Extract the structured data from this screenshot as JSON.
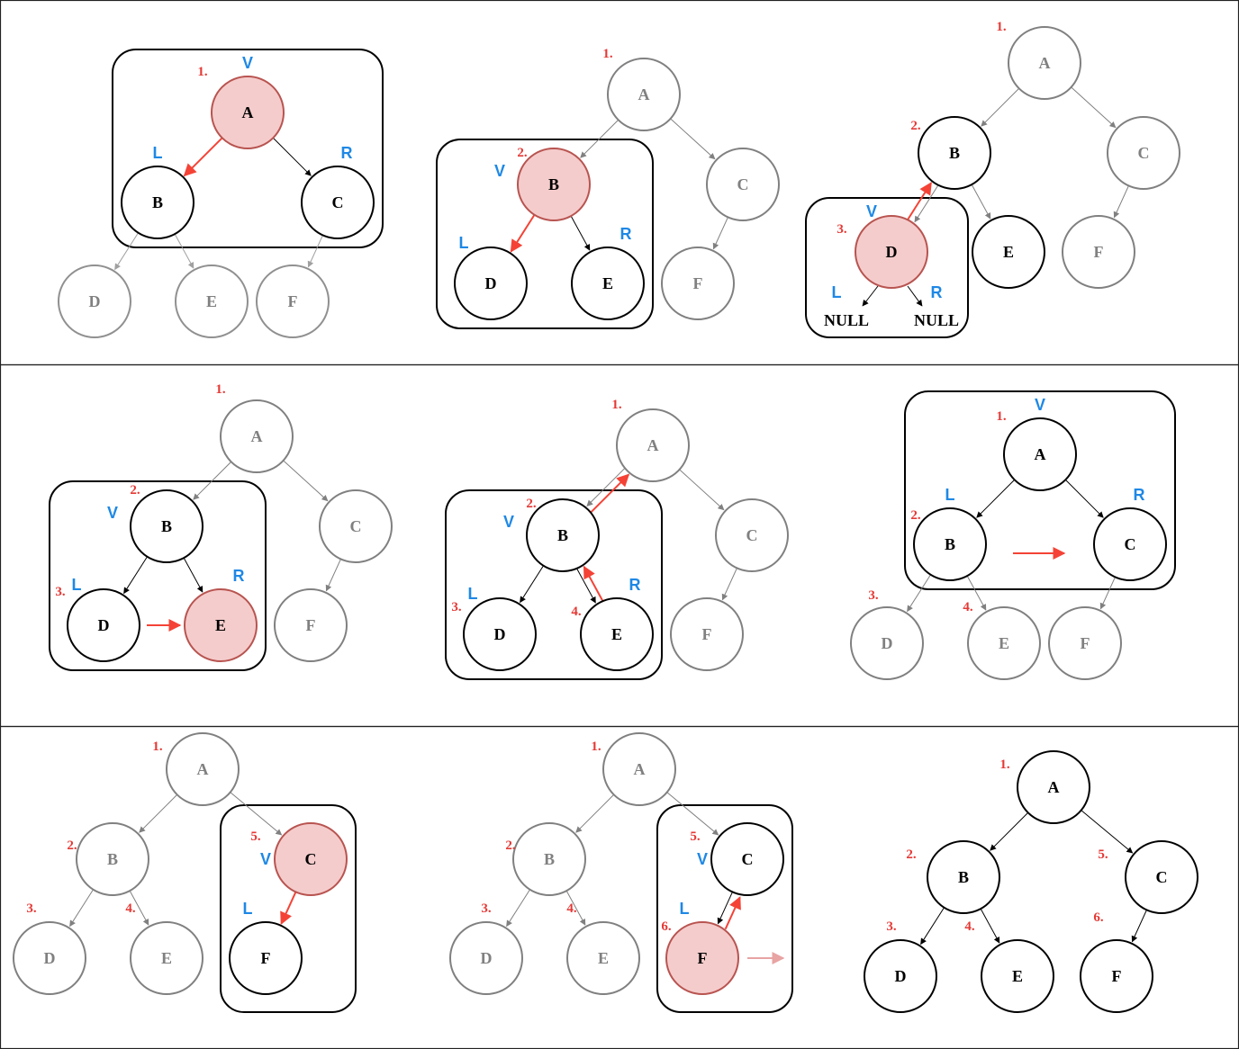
{
  "colors": {
    "visit_fill": "#f5cccc",
    "visit_stroke": "#b85450",
    "active_stroke": "#000000",
    "dim_stroke": "#808080",
    "step_red": "#e53935",
    "role_blue": "#1e88e5",
    "move_red": "#f44336",
    "faded_red": "#e8a3a3"
  },
  "panels": [
    {
      "name": "panel-1-visit-A",
      "nodes": [
        {
          "id": "A",
          "label": "A",
          "state": "visit"
        },
        {
          "id": "B",
          "label": "B",
          "state": "active"
        },
        {
          "id": "C",
          "label": "C",
          "state": "active"
        },
        {
          "id": "D",
          "label": "D",
          "state": "faint"
        },
        {
          "id": "E",
          "label": "E",
          "state": "faint"
        },
        {
          "id": "F",
          "label": "F",
          "state": "faint"
        }
      ],
      "steps": [
        {
          "node": "A",
          "text": "1."
        }
      ],
      "roles": [
        {
          "node": "A",
          "text": "V"
        },
        {
          "node": "B",
          "text": "L"
        },
        {
          "node": "C",
          "text": "R"
        }
      ]
    },
    {
      "name": "panel-2-visit-B",
      "nodes": [
        {
          "id": "A",
          "label": "A",
          "state": "dim"
        },
        {
          "id": "B",
          "label": "B",
          "state": "visit"
        },
        {
          "id": "C",
          "label": "C",
          "state": "dim"
        },
        {
          "id": "D",
          "label": "D",
          "state": "active"
        },
        {
          "id": "E",
          "label": "E",
          "state": "active"
        },
        {
          "id": "F",
          "label": "F",
          "state": "dim"
        }
      ],
      "steps": [
        {
          "node": "A",
          "text": "1."
        },
        {
          "node": "B",
          "text": "2."
        }
      ],
      "roles": [
        {
          "node": "B",
          "text": "V"
        },
        {
          "node": "D",
          "text": "L"
        },
        {
          "node": "E",
          "text": "R"
        }
      ]
    },
    {
      "name": "panel-3-visit-D",
      "nodes": [
        {
          "id": "A",
          "label": "A",
          "state": "dim"
        },
        {
          "id": "B",
          "label": "B",
          "state": "active"
        },
        {
          "id": "C",
          "label": "C",
          "state": "dim"
        },
        {
          "id": "D",
          "label": "D",
          "state": "visit"
        },
        {
          "id": "E",
          "label": "E",
          "state": "active"
        },
        {
          "id": "F",
          "label": "F",
          "state": "dim"
        }
      ],
      "steps": [
        {
          "node": "A",
          "text": "1."
        },
        {
          "node": "B",
          "text": "2."
        },
        {
          "node": "D",
          "text": "3."
        }
      ],
      "roles": [
        {
          "node": "D",
          "text": "V"
        },
        {
          "node": "D",
          "text": "L"
        },
        {
          "node": "D",
          "text": "R"
        }
      ],
      "nulls": [
        "NULL",
        "NULL"
      ]
    },
    {
      "name": "panel-4-visit-E",
      "nodes": [
        {
          "id": "A",
          "label": "A",
          "state": "dim"
        },
        {
          "id": "B",
          "label": "B",
          "state": "active"
        },
        {
          "id": "C",
          "label": "C",
          "state": "dim"
        },
        {
          "id": "D",
          "label": "D",
          "state": "active"
        },
        {
          "id": "E",
          "label": "E",
          "state": "visit"
        },
        {
          "id": "F",
          "label": "F",
          "state": "dim"
        }
      ],
      "steps": [
        {
          "node": "A",
          "text": "1."
        },
        {
          "node": "B",
          "text": "2."
        },
        {
          "node": "D",
          "text": "3."
        }
      ],
      "roles": [
        {
          "node": "B",
          "text": "V"
        },
        {
          "node": "D",
          "text": "L"
        },
        {
          "node": "E",
          "text": "R"
        }
      ]
    },
    {
      "name": "panel-5-return-to-A",
      "nodes": [
        {
          "id": "A",
          "label": "A",
          "state": "dim"
        },
        {
          "id": "B",
          "label": "B",
          "state": "active"
        },
        {
          "id": "C",
          "label": "C",
          "state": "dim"
        },
        {
          "id": "D",
          "label": "D",
          "state": "active"
        },
        {
          "id": "E",
          "label": "E",
          "state": "active"
        },
        {
          "id": "F",
          "label": "F",
          "state": "dim"
        }
      ],
      "steps": [
        {
          "node": "A",
          "text": "1."
        },
        {
          "node": "B",
          "text": "2."
        },
        {
          "node": "D",
          "text": "3."
        },
        {
          "node": "E",
          "text": "4."
        }
      ],
      "roles": [
        {
          "node": "B",
          "text": "V"
        },
        {
          "node": "D",
          "text": "L"
        },
        {
          "node": "E",
          "text": "R"
        }
      ]
    },
    {
      "name": "panel-6-move-to-C",
      "nodes": [
        {
          "id": "A",
          "label": "A",
          "state": "active"
        },
        {
          "id": "B",
          "label": "B",
          "state": "active"
        },
        {
          "id": "C",
          "label": "C",
          "state": "active"
        },
        {
          "id": "D",
          "label": "D",
          "state": "dim"
        },
        {
          "id": "E",
          "label": "E",
          "state": "dim"
        },
        {
          "id": "F",
          "label": "F",
          "state": "dim"
        }
      ],
      "steps": [
        {
          "node": "A",
          "text": "1."
        },
        {
          "node": "B",
          "text": "2."
        },
        {
          "node": "D",
          "text": "3."
        },
        {
          "node": "E",
          "text": "4."
        }
      ],
      "roles": [
        {
          "node": "A",
          "text": "V"
        },
        {
          "node": "B",
          "text": "L"
        },
        {
          "node": "C",
          "text": "R"
        }
      ]
    },
    {
      "name": "panel-7-visit-C",
      "nodes": [
        {
          "id": "A",
          "label": "A",
          "state": "dim"
        },
        {
          "id": "B",
          "label": "B",
          "state": "dim"
        },
        {
          "id": "C",
          "label": "C",
          "state": "visit"
        },
        {
          "id": "D",
          "label": "D",
          "state": "dim"
        },
        {
          "id": "E",
          "label": "E",
          "state": "dim"
        },
        {
          "id": "F",
          "label": "F",
          "state": "active"
        }
      ],
      "steps": [
        {
          "node": "A",
          "text": "1."
        },
        {
          "node": "B",
          "text": "2."
        },
        {
          "node": "D",
          "text": "3."
        },
        {
          "node": "E",
          "text": "4."
        },
        {
          "node": "C",
          "text": "5."
        }
      ],
      "roles": [
        {
          "node": "C",
          "text": "V"
        },
        {
          "node": "F",
          "text": "L"
        }
      ]
    },
    {
      "name": "panel-8-visit-F",
      "nodes": [
        {
          "id": "A",
          "label": "A",
          "state": "dim"
        },
        {
          "id": "B",
          "label": "B",
          "state": "dim"
        },
        {
          "id": "C",
          "label": "C",
          "state": "active"
        },
        {
          "id": "D",
          "label": "D",
          "state": "dim"
        },
        {
          "id": "E",
          "label": "E",
          "state": "dim"
        },
        {
          "id": "F",
          "label": "F",
          "state": "visit"
        }
      ],
      "steps": [
        {
          "node": "A",
          "text": "1."
        },
        {
          "node": "B",
          "text": "2."
        },
        {
          "node": "D",
          "text": "3."
        },
        {
          "node": "E",
          "text": "4."
        },
        {
          "node": "C",
          "text": "5."
        },
        {
          "node": "F",
          "text": "6."
        }
      ],
      "roles": [
        {
          "node": "C",
          "text": "V"
        },
        {
          "node": "F",
          "text": "L"
        }
      ]
    },
    {
      "name": "panel-9-complete",
      "nodes": [
        {
          "id": "A",
          "label": "A",
          "state": "active"
        },
        {
          "id": "B",
          "label": "B",
          "state": "active"
        },
        {
          "id": "C",
          "label": "C",
          "state": "active"
        },
        {
          "id": "D",
          "label": "D",
          "state": "active"
        },
        {
          "id": "E",
          "label": "E",
          "state": "active"
        },
        {
          "id": "F",
          "label": "F",
          "state": "active"
        }
      ],
      "steps": [
        {
          "node": "A",
          "text": "1."
        },
        {
          "node": "B",
          "text": "2."
        },
        {
          "node": "D",
          "text": "3."
        },
        {
          "node": "E",
          "text": "4."
        },
        {
          "node": "C",
          "text": "5."
        },
        {
          "node": "F",
          "text": "6."
        }
      ],
      "roles": []
    }
  ]
}
